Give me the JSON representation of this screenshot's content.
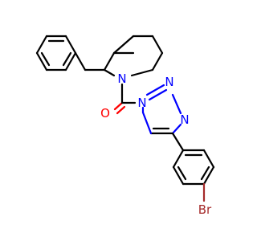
{
  "molecule": {
    "colors": {
      "carbon_bond": "#000000",
      "nitrogen": "#0000ff",
      "oxygen": "#ff0000",
      "bromine": "#a52a2a"
    },
    "atom_labels": {
      "piperidine_n": "N",
      "carbonyl_o": "O",
      "triazole_n1": "N",
      "triazole_n2": "N",
      "triazole_n3": "N",
      "bromine": "Br"
    }
  }
}
